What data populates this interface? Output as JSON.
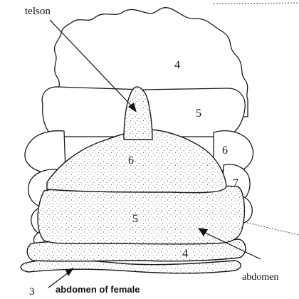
{
  "figure": {
    "labels": {
      "telson": "telson",
      "segment_4_upper": "4",
      "segment_5_upper": "5",
      "segment_6_right": "6",
      "segment_6_center": "6",
      "segment_7": "7",
      "segment_5_lower": "5",
      "segment_4_lower": "4",
      "segment_3": "3",
      "abdomen": "abdomen",
      "caption": "abdomen of female"
    },
    "colors": {
      "ink": "#1a1a1a",
      "background": "#ffffff",
      "stipple_dot": "#333333"
    }
  }
}
